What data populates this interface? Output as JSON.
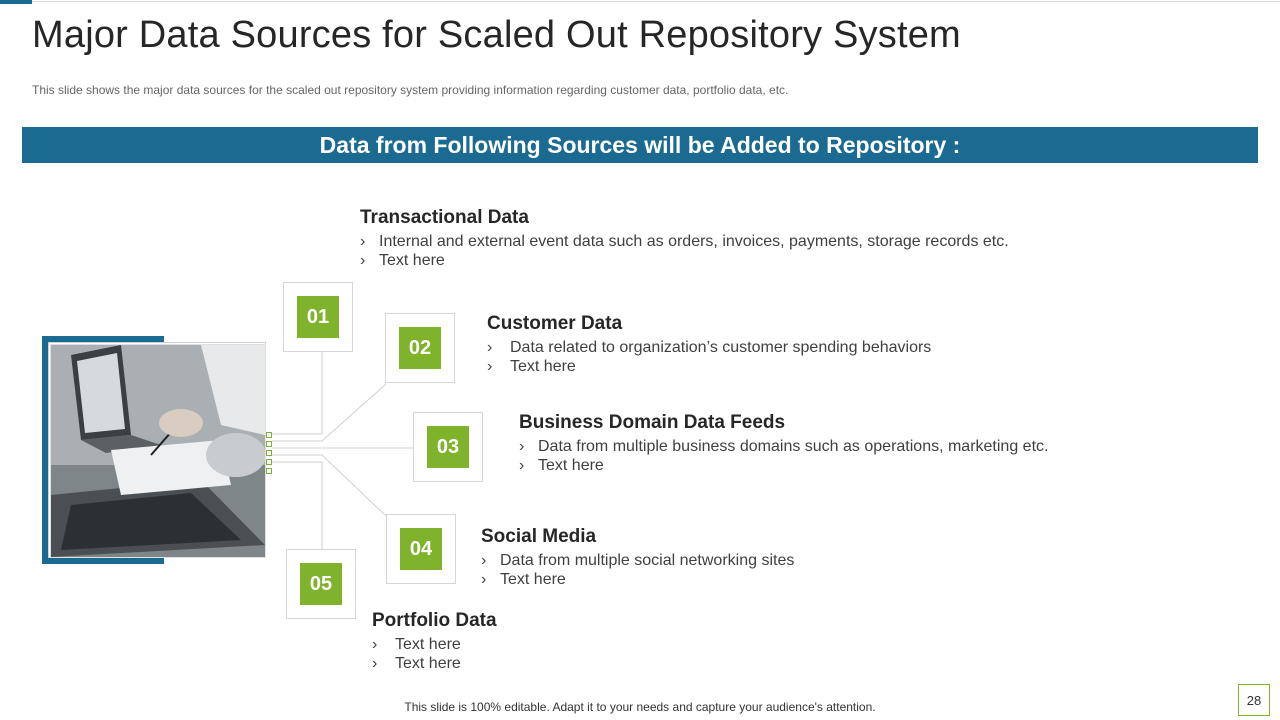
{
  "title": "Major Data Sources for Scaled Out Repository System",
  "subtitle": "This slide shows the major data sources for the scaled out repository system providing information regarding  customer data, portfolio  data, etc.",
  "banner": "Data from Following Sources will be Added to Repository :",
  "items": [
    {
      "number": "01",
      "title": "Transactional Data",
      "bullets": [
        "Internal  and external event data such as orders, invoices, payments, storage records etc.",
        "Text here"
      ]
    },
    {
      "number": "02",
      "title": "Customer Data",
      "bullets": [
        "Data related to organization’s customer spending behaviors",
        "Text here"
      ]
    },
    {
      "number": "03",
      "title": "Business Domain Data Feeds",
      "bullets": [
        "Data from multiple business domains such as operations, marketing etc.",
        "Text here"
      ]
    },
    {
      "number": "04",
      "title": "Social Media",
      "bullets": [
        "Data from multiple social networking sites",
        "Text here"
      ]
    },
    {
      "number": "05",
      "title": "Portfolio Data",
      "bullets": [
        "Text here",
        "Text here"
      ]
    }
  ],
  "bullet_glyph": "›",
  "footer": "This slide is 100% editable. Adapt it to your needs and capture your audience's attention.",
  "page_number": "28",
  "colors": {
    "primary": "#1b6a92",
    "accent": "#7eb32b"
  }
}
